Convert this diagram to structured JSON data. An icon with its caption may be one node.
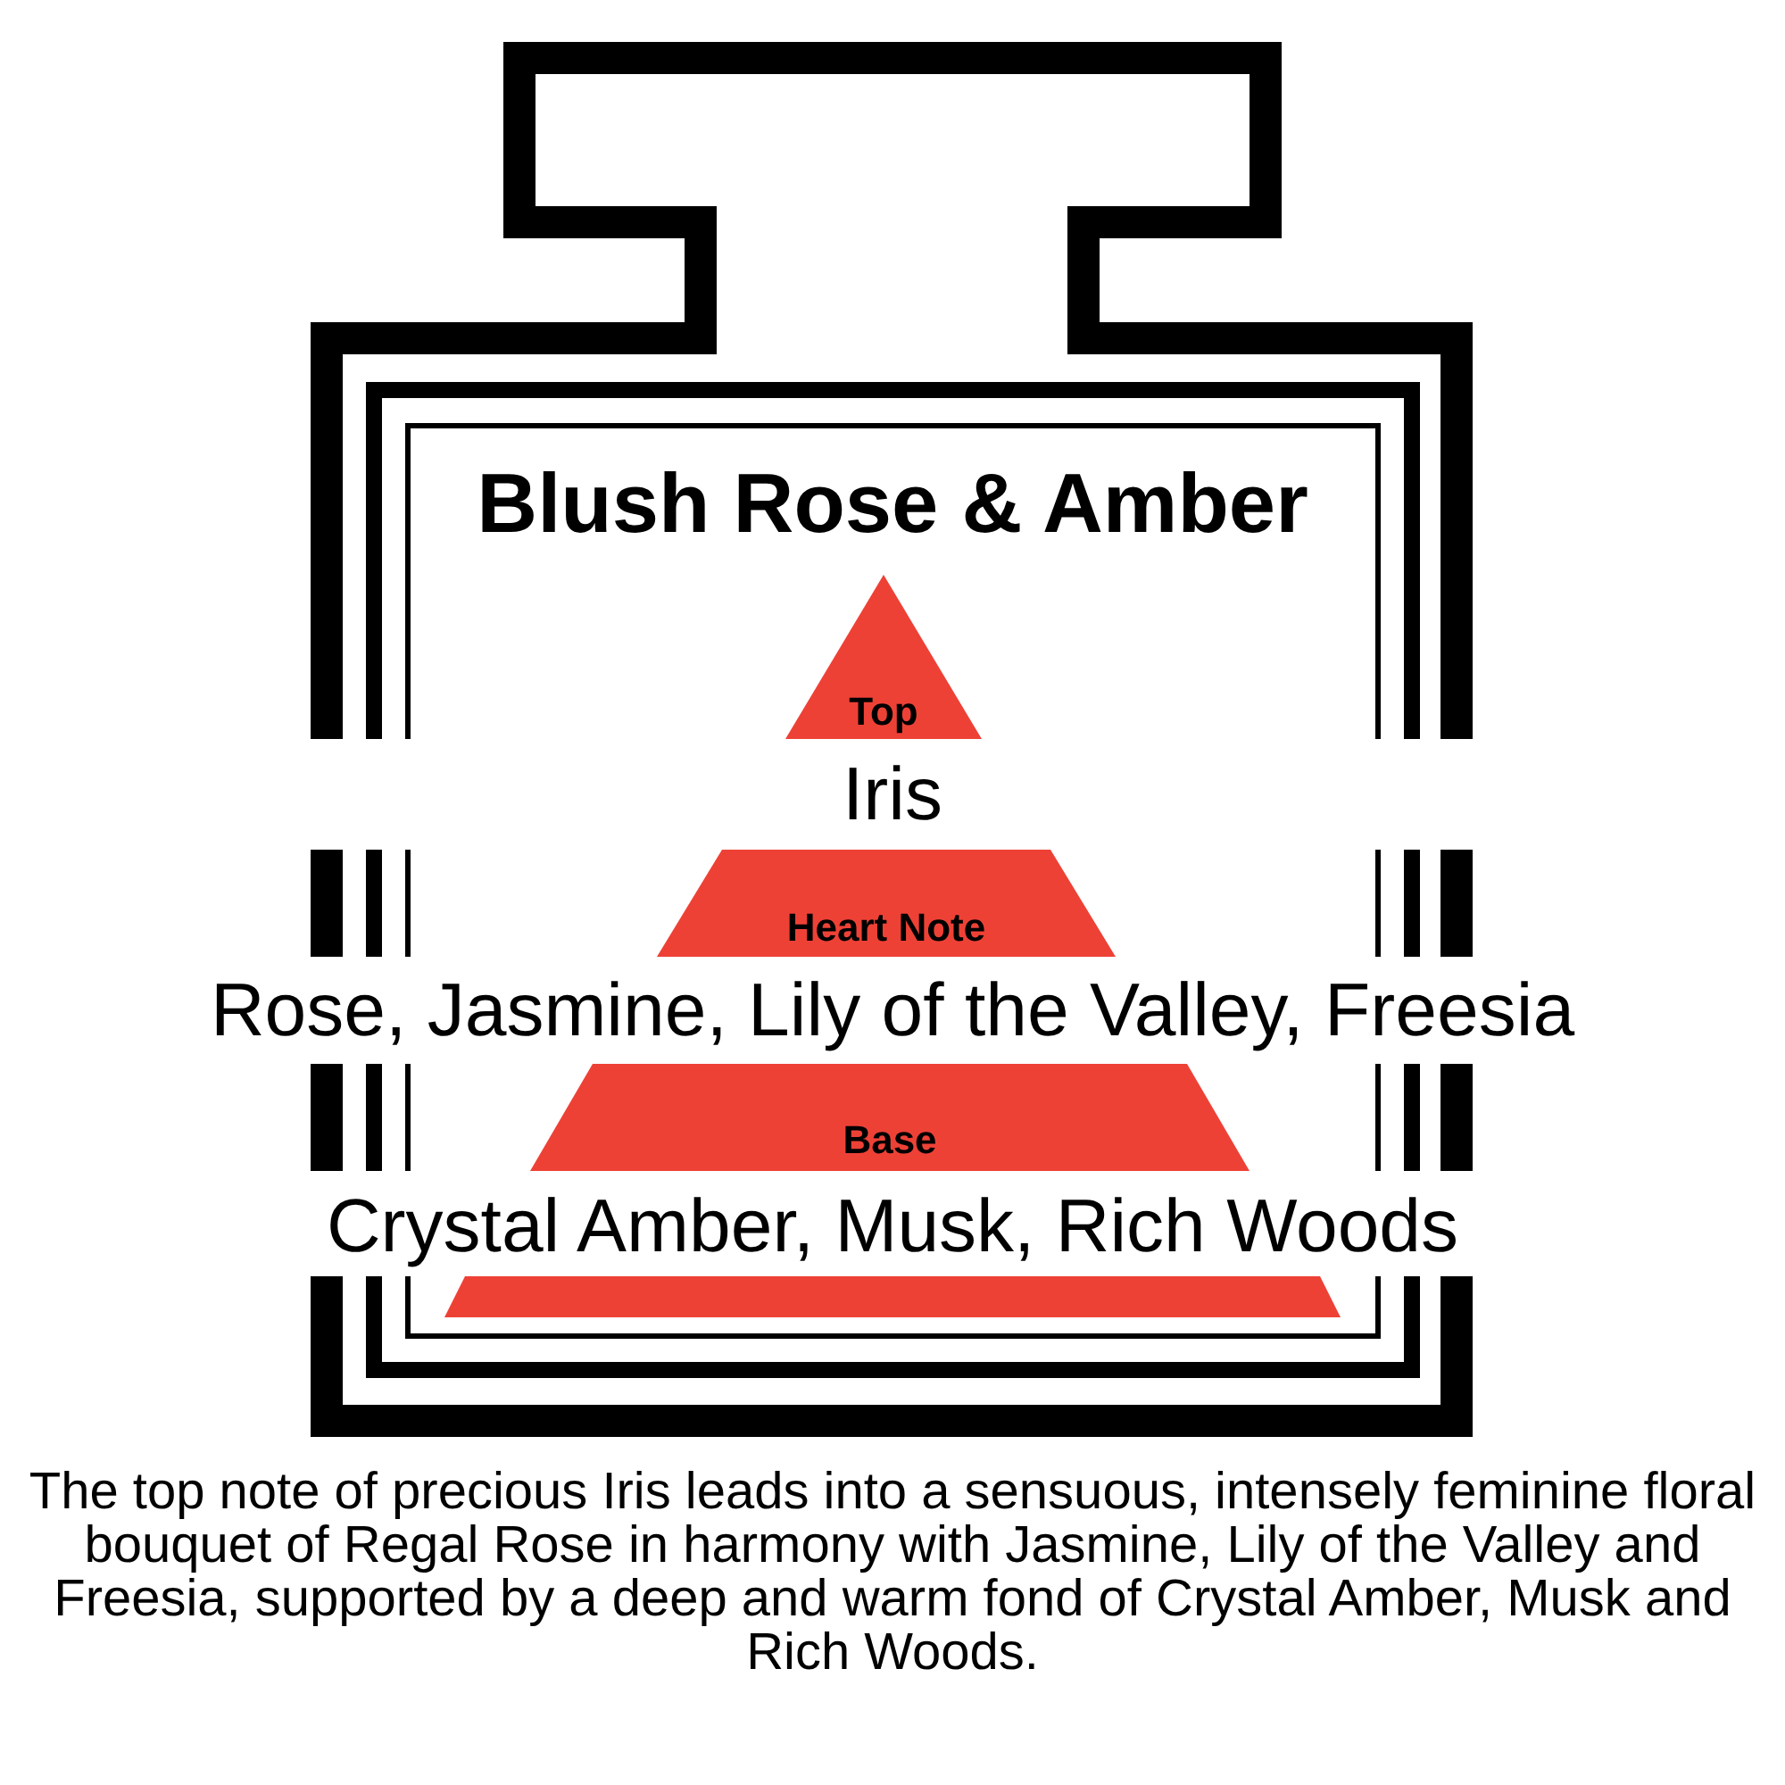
{
  "diagram": {
    "title": "Blush Rose & Amber",
    "nodes": [
      {
        "text": [
          "Top"
        ],
        "beside": [
          "Iris"
        ]
      },
      {
        "text": [
          "Heart Note"
        ],
        "beside": [
          "Rose, Jasmine, Lily of the Valley, Freesia"
        ]
      },
      {
        "text": [
          "Base"
        ],
        "beside": [
          "Crystal Amber, Musk, Rich Woods"
        ]
      },
      {
        "text": [],
        "shape": "trapezoid"
      }
    ],
    "caption": "The top note of precious Iris leads into a sensuous, intensely feminine floral bouquet of Regal Rose in harmony with Jasmine, Lily of the Valley and Freesia, supported by a deep and warm fond of Crystal Amber, Musk and Rich Woods."
  }
}
